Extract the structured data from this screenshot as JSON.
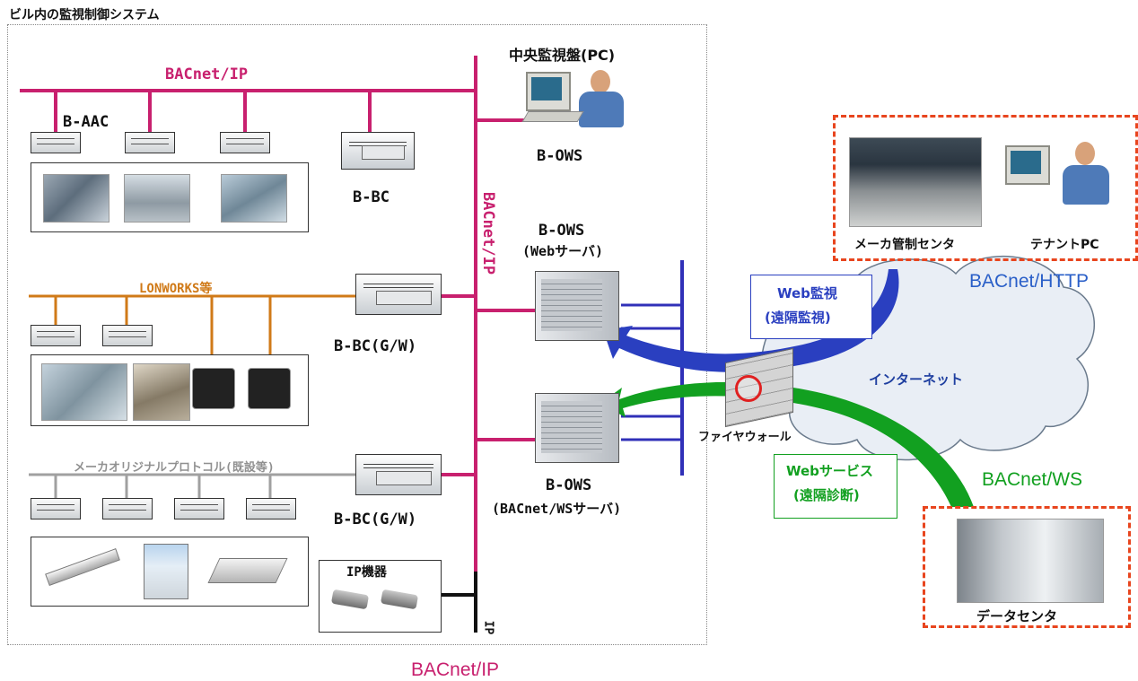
{
  "title": "ビル内の監視制御システム",
  "networks": {
    "bacnet_ip_top": "BACnet/IP",
    "bacnet_ip_vertical": "BACnet/IP",
    "lonworks": "LONWORKS等",
    "maker": "メーカオリジナルプロトコル(既設等)",
    "ip": "IP"
  },
  "devices": {
    "b_aac": "B-AAC",
    "b_bc": "B-BC",
    "b_bc_gw1": "B-BC(G/W)",
    "b_bc_gw2": "B-BC(G/W)",
    "central_title": "中央監視盤(PC)",
    "b_ows_top": "B-OWS",
    "b_ows_web_line1": "B-OWS",
    "b_ows_web_line2": "(Webサーバ)",
    "b_ows_ws_line1": "B-OWS",
    "b_ows_ws_line2": "(BACnet/WSサーバ)",
    "ip_devices": "IP機器",
    "firewall": "ファイヤウォール"
  },
  "external": {
    "maker_center": "メーカ管制センタ",
    "tenant_pc": "テナントPC",
    "internet": "インターネット",
    "data_center": "データセンタ",
    "web_monitor_line1": "Web監視",
    "web_monitor_line2": "(遠隔監視)",
    "web_service_line1": "Webサービス",
    "web_service_line2": "(遠隔診断)",
    "bacnet_http": "BACnet/HTTP",
    "bacnet_ws": "BACnet/WS"
  },
  "footer": "BACnet/IP",
  "colors": {
    "bacnet_ip": "#c8206e",
    "lonworks": "#d07a18",
    "maker_protocol": "#a0a0a0",
    "lan": "#3030b8",
    "internet_blue": "#2a5fc8",
    "ws_green": "#12a020",
    "dashed_box": "#e8451e"
  }
}
